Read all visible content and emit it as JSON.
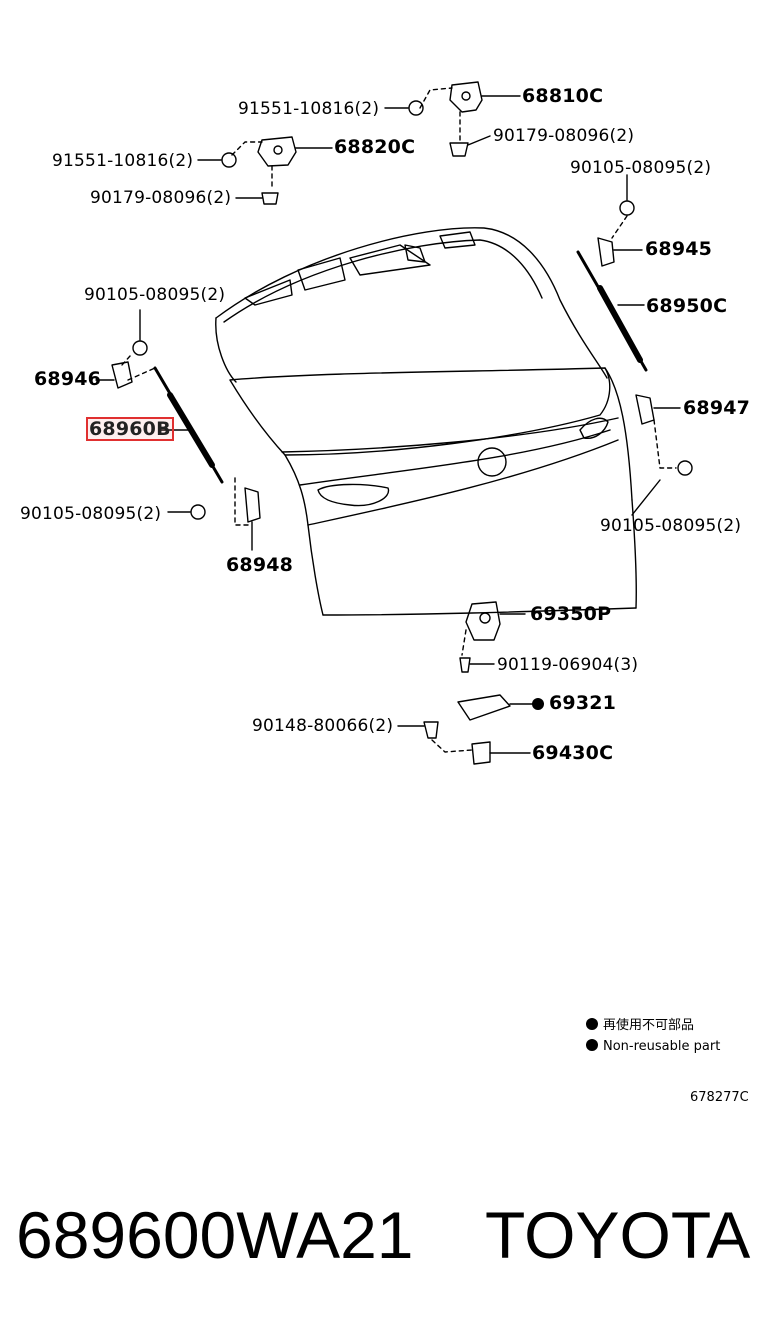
{
  "labels": {
    "p91551_top": "91551-10816(2)",
    "p68810C": "68810C",
    "p90179_right": "90179-08096(2)",
    "p91551_left": "91551-10816(2)",
    "p68820C": "68820C",
    "p90179_left": "90179-08096(2)",
    "p90105_tr": "90105-08095(2)",
    "p68945": "68945",
    "p90105_tl": "90105-08095(2)",
    "p68950C": "68950C",
    "p68946": "68946",
    "p68947": "68947",
    "p68960B": "68960B",
    "p90105_bl": "90105-08095(2)",
    "p90105_br": "90105-08095(2)",
    "p68948": "68948",
    "p69350P": "69350P",
    "p90119": "90119-06904(3)",
    "p69321": "69321",
    "p90148": "90148-80066(2)",
    "p69430C": "69430C"
  },
  "legend": {
    "line1": "再使用不可部品",
    "line2": "Non-reusable part"
  },
  "illustration_id": "678277C",
  "footer": {
    "part_number": "689600WA21",
    "brand": "TOYOTA"
  }
}
